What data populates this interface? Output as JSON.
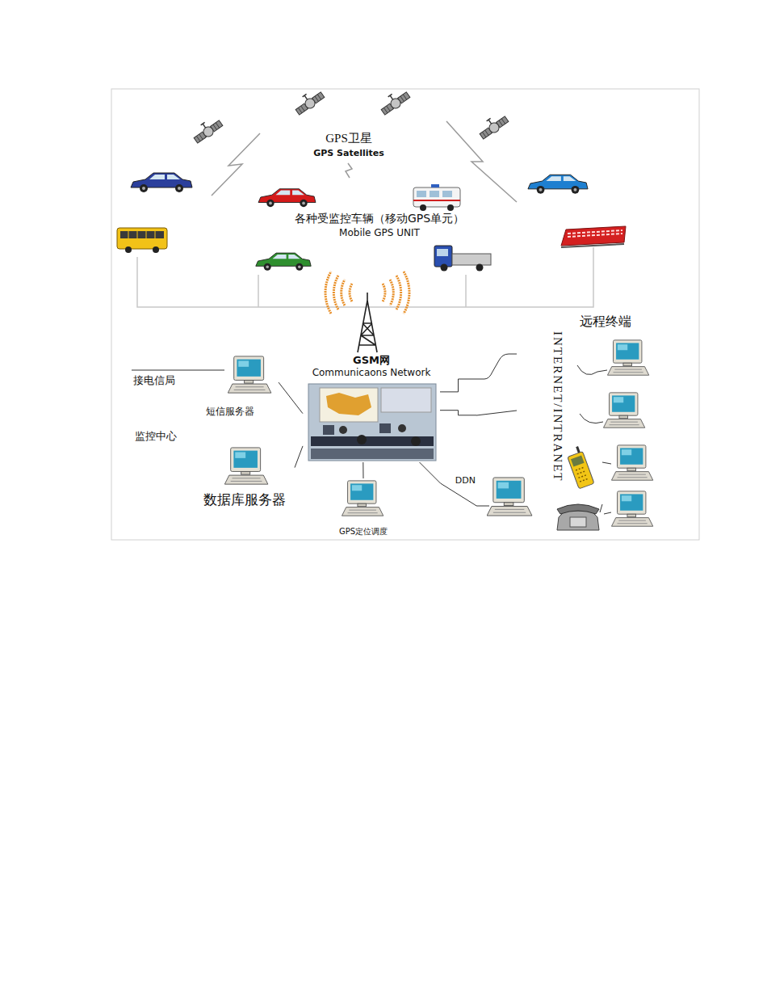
{
  "diagram": {
    "nodes": [
      {
        "text": [
          "GSM网",
          "Communicaons Network"
        ]
      },
      {
        "text": [
          "短信服务器"
        ]
      },
      {
        "text": [
          "数据库服务器"
        ]
      },
      {
        "text": [
          "GPS定位调度"
        ]
      },
      {
        "text": [
          "远程终端",
          "INTERNET/INTRANET"
        ]
      }
    ],
    "edges": [
      {
        "from": 1,
        "to": 0,
        "arrow": "none"
      },
      {
        "from": 2,
        "to": 0,
        "arrow": "none"
      },
      {
        "from": 3,
        "to": 0,
        "arrow": "none"
      },
      {
        "from": 0,
        "to": 4,
        "arrow": "none"
      },
      {
        "from": 0,
        "to": 4,
        "arrow": "none"
      },
      {
        "from": 0,
        "to": 4,
        "label": "DDN",
        "arrow": "none"
      }
    ],
    "labels": [
      "GPS卫星",
      "GPS Satellites",
      "各种受监控车辆（移动GPS单元）",
      "Mobile GPS UNIT",
      "接电信局",
      "监控中心"
    ]
  }
}
